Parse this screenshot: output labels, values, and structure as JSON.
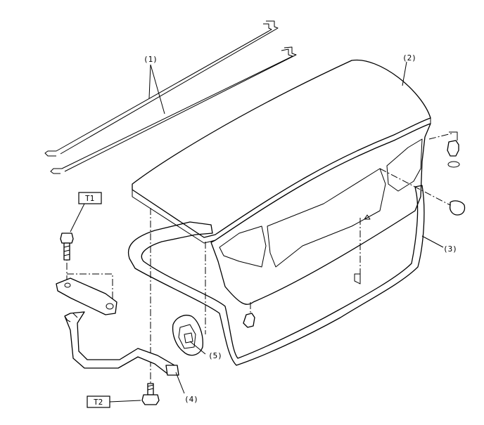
{
  "callouts": {
    "p1": "(1)",
    "p2": "(2)",
    "p3": "(3)",
    "p4": "(4)",
    "p5": "(5)"
  },
  "torque_tags": {
    "t1": "T1",
    "t2": "T2"
  }
}
